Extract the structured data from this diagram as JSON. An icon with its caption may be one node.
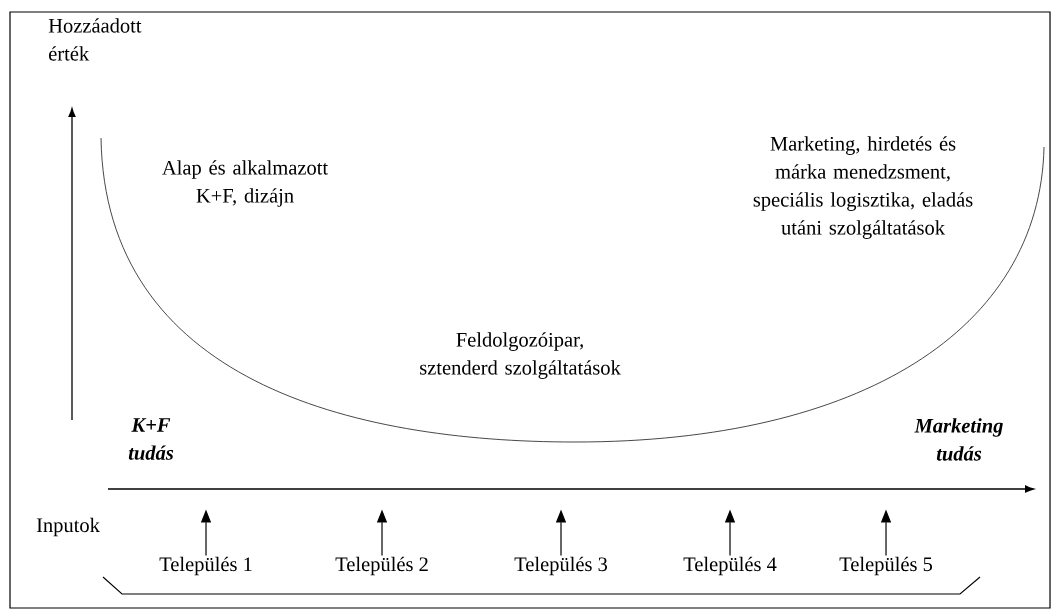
{
  "diagram": {
    "nodes": [
      {
        "text": [
          "Település 1"
        ]
      },
      {
        "text": [
          "Település 2"
        ]
      },
      {
        "text": [
          "Település 3"
        ]
      },
      {
        "text": [
          "Település 4"
        ]
      },
      {
        "text": [
          "Település 5"
        ]
      }
    ],
    "edges": [
      {
        "from": 0,
        "to": null,
        "arrow": "to"
      },
      {
        "from": 1,
        "to": null,
        "arrow": "to"
      },
      {
        "from": 2,
        "to": null,
        "arrow": "to"
      },
      {
        "from": 3,
        "to": null,
        "arrow": "to"
      },
      {
        "from": 4,
        "to": null,
        "arrow": "to"
      }
    ],
    "labels": [
      "Hozzáadott érték",
      "Alap és alkalmazott K+F, dizájn",
      "Marketing, hirdetés és márka menedzsment, speciális logisztika, eladás utáni szolgáltatások",
      "Feldolgozóipar, sztenderd szolgáltatások",
      "K+F tudás",
      "Marketing tudás",
      "Inputok"
    ]
  }
}
